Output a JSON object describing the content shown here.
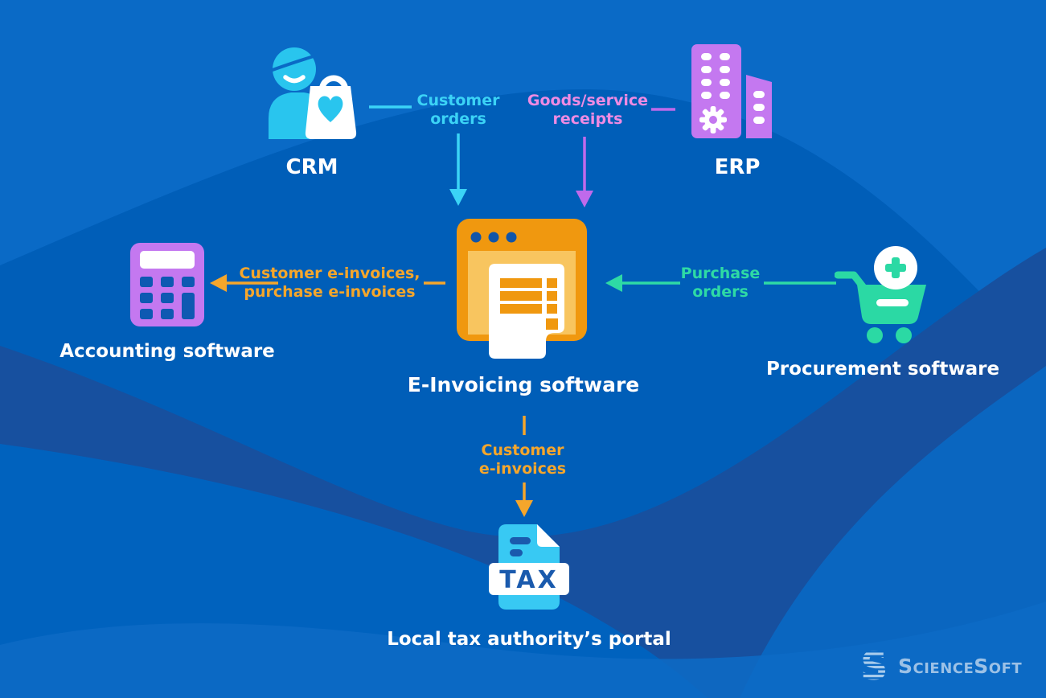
{
  "diagram": {
    "subject": "E-invoicing software integrations"
  },
  "nodes": {
    "crm": {
      "label": "CRM"
    },
    "erp": {
      "label": "ERP"
    },
    "einvoicing": {
      "label": "E-Invoicing software"
    },
    "accounting": {
      "label": "Accounting software"
    },
    "procurement": {
      "label": "Procurement software"
    },
    "tax_portal": {
      "label": "Local tax authority’s portal",
      "icon_text": "TAX"
    }
  },
  "flows": {
    "customer_orders": {
      "label": "Customer\norders",
      "from": "CRM",
      "to": "E-Invoicing software",
      "color": "#3BD3F6"
    },
    "goods_service_receipts": {
      "label": "Goods/service\nreceipts",
      "from": "ERP",
      "to": "E-Invoicing software",
      "arrow_color": "#C06AEB",
      "text_color": "#EF8BE3"
    },
    "customer_purchase_einvoices": {
      "label": "Customer e-invoices,\npurchase e-invoices",
      "from": "E-Invoicing software",
      "to": "Accounting software",
      "color": "#F5A62B"
    },
    "purchase_orders": {
      "label": "Purchase\norders",
      "from": "Procurement software",
      "to": "E-Invoicing software",
      "color": "#2EDAA5"
    },
    "customer_einvoices": {
      "label": "Customer\ne-invoices",
      "from": "E-Invoicing software",
      "to": "Local tax authority’s portal",
      "color": "#F5A62B"
    }
  },
  "branding": {
    "logo_text": "ScienceSoft"
  },
  "palette": {
    "background_base": "#005EB8",
    "background_light_wave": "#0A6AC6",
    "background_dark_wave": "#17509F",
    "cyan_icon": "#29C5EE",
    "purple_icon": "#C478F0",
    "orange_icon": "#F0980F",
    "orange_icon_light": "#F8C55F",
    "teal_icon": "#2BD9A4",
    "tax_doc_cyan": "#38C9F3",
    "dark_blue_detail": "#1A5AAD",
    "logo_blue": "#9CC1E6"
  }
}
